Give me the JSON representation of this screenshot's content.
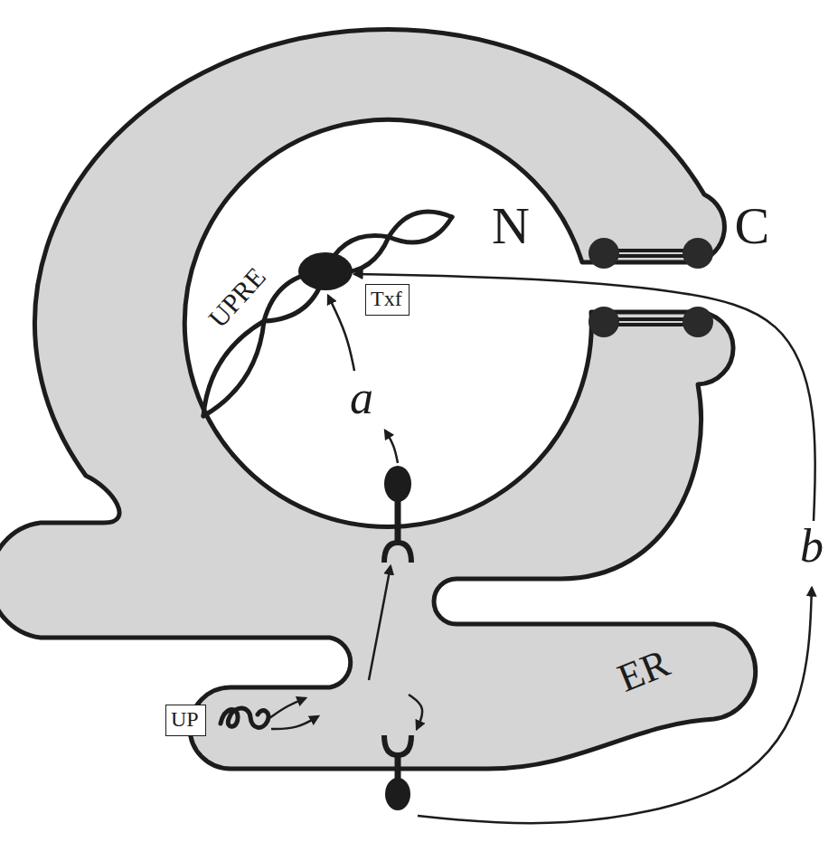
{
  "diagram": {
    "nodes": [
      {
        "text": [
          "Txf"
        ]
      },
      {
        "text": [
          "UP"
        ]
      }
    ],
    "labels": [
      "UPRE",
      "N",
      "C",
      "a",
      "b",
      "ER"
    ]
  }
}
